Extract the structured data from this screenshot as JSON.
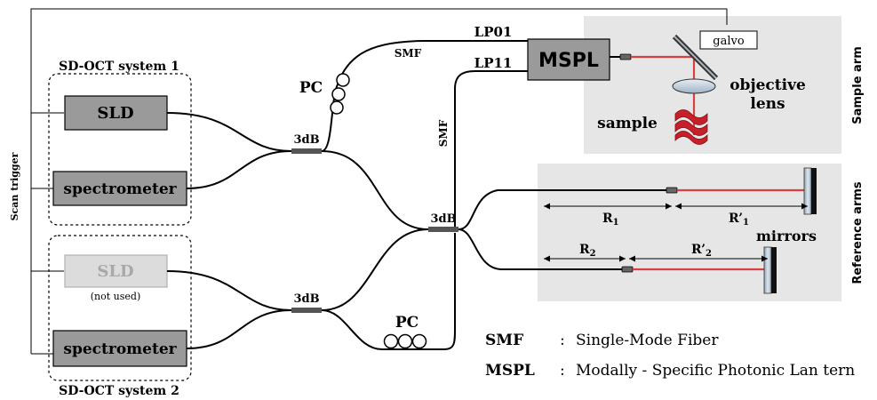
{
  "systems": {
    "system1_label": "SD-OCT system 1",
    "system2_label": "SD-OCT system 2",
    "sld1_label": "SLD",
    "spectrometer1_label": "spectrometer",
    "sld2_label": "SLD",
    "sld2_note": "(not used)",
    "spectrometer2_label": "spectrometer"
  },
  "scan_trigger_label": "Scan trigger",
  "couplers": {
    "top_label": "3dB",
    "middle_label": "3dB",
    "bottom_label": "3dB"
  },
  "pc_top_label": "PC",
  "pc_bottom_label": "PC",
  "smf_top_label": "SMF",
  "smf_vertical_label": "SMF",
  "mspl": {
    "label": "MSPL",
    "port_lp01": "LP01",
    "port_lp11": "LP11"
  },
  "sample_arm": {
    "title": "Sample arm",
    "galvo_label": "galvo",
    "objective_label_line1": "objective",
    "objective_label_line2": "lens",
    "sample_label": "sample"
  },
  "reference_arms": {
    "title": "Reference arms",
    "r1_label": "R",
    "r1_sub": "1",
    "r1p_label": "R’",
    "r1p_sub": "1",
    "r2_label": "R",
    "r2_sub": "2",
    "r2p_label": "R’",
    "r2p_sub": "2",
    "mirrors_label": "mirrors"
  },
  "legend": [
    {
      "abbr": "SMF",
      "sep": ":",
      "desc": "Single-Mode Fiber"
    },
    {
      "abbr": "MSPL",
      "sep": ":",
      "desc": "Modally - Specific Photonic Lan tern"
    }
  ],
  "colors": {
    "laser": "#d94040",
    "box_fill": "#9a9a9a",
    "panel_fill": "#e6e6e6",
    "sld2_fill": "#dcdcdc",
    "sample_fill": "#c8202a"
  }
}
